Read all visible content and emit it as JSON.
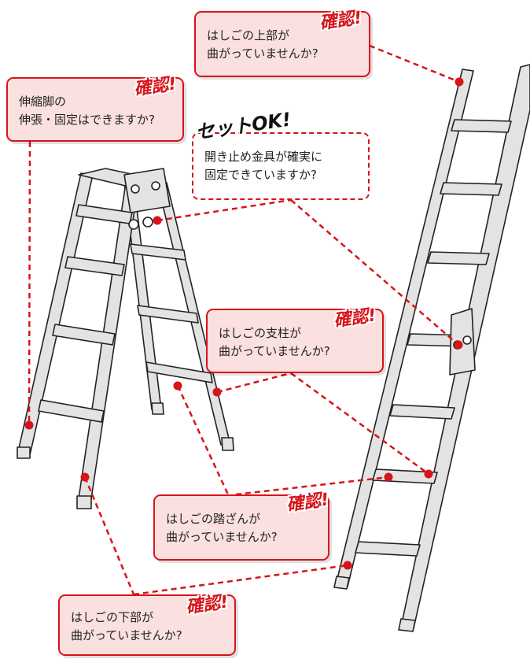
{
  "colors": {
    "accent": "#d7141a",
    "box_fill": "#fbe0e0",
    "ladder_fill": "#e3e3e3",
    "ladder_stroke": "#222222"
  },
  "callouts": {
    "top": {
      "line1": "はしごの上部が",
      "line2": "曲がっていませんか?",
      "stamp": "確認!"
    },
    "leg": {
      "line1": "伸縮脚の",
      "line2": "伸張・固定はできますか?",
      "stamp": "確認!"
    },
    "stop": {
      "line1": "開き止め金具が確実に",
      "line2": "固定できていますか?",
      "stamp": "セットOK!"
    },
    "pillar": {
      "line1": "はしごの支柱が",
      "line2": "曲がっていませんか?",
      "stamp": "確認!"
    },
    "step": {
      "line1": "はしごの踏ざんが",
      "line2": "曲がっていませんか?",
      "stamp": "確認!"
    },
    "bottom": {
      "line1": "はしごの下部が",
      "line2": "曲がっていませんか?",
      "stamp": "確認!"
    }
  }
}
